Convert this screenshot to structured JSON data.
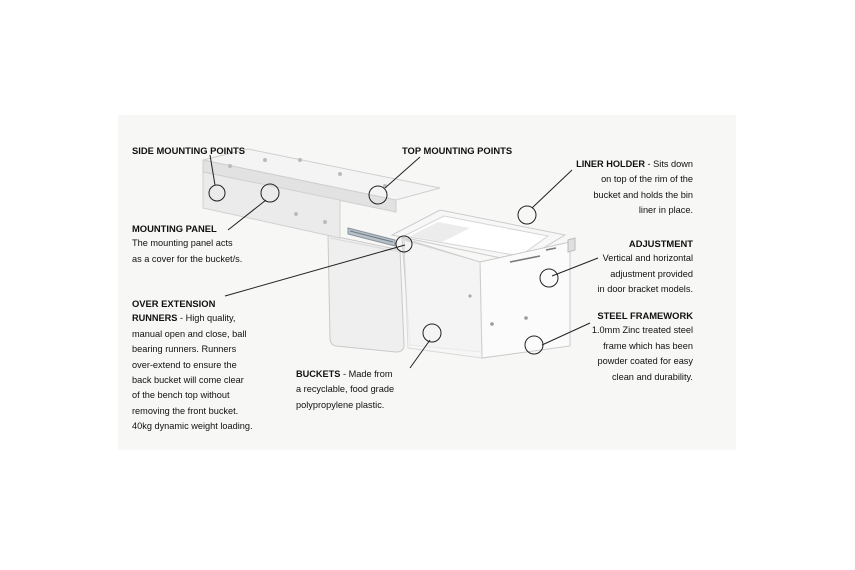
{
  "labels": {
    "side_mounting": {
      "title": "SIDE MOUNTING POINTS"
    },
    "top_mounting": {
      "title": "TOP MOUNTING POINTS"
    },
    "liner_holder": {
      "title": "LINER HOLDER",
      "text": [
        "- Sits down",
        "on top of the rim of the",
        "bucket and holds the bin",
        "liner in place."
      ]
    },
    "mounting_panel": {
      "title": "MOUNTING PANEL",
      "text": [
        "The mounting panel acts",
        "as a cover for the bucket/s."
      ]
    },
    "adjustment": {
      "title": "ADJUSTMENT",
      "text": [
        "Vertical and horizontal",
        "adjustment provided",
        "in door bracket models."
      ]
    },
    "over_extension": {
      "title1": "OVER EXTENSION",
      "title2": "RUNNERS",
      "text": [
        "- High quality,",
        "manual open and close, ball",
        "bearing runners. Runners",
        "over-extend to ensure the",
        "back bucket will come clear",
        "of the bench top without",
        "removing the front bucket.",
        "40kg dynamic weight loading."
      ]
    },
    "steel_framework": {
      "title": "STEEL FRAMEWORK",
      "text": [
        "1.0mm Zinc treated steel",
        "frame which has been",
        "powder coated for easy",
        "clean and durability."
      ]
    },
    "buckets": {
      "title": "BUCKETS",
      "text": [
        "- Made from",
        "a recyclable, food grade",
        "polypropylene plastic."
      ]
    }
  }
}
